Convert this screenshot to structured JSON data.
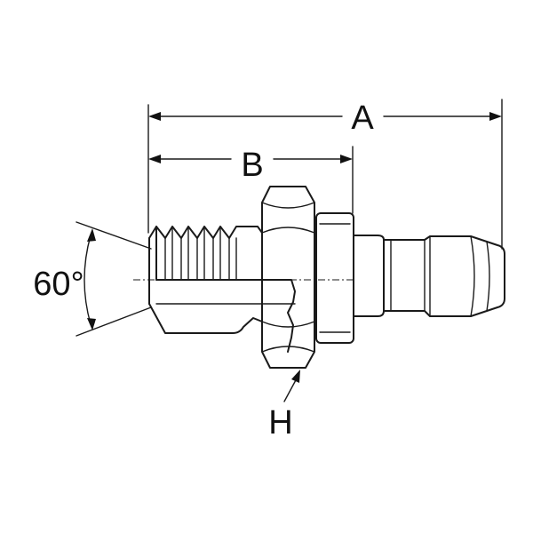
{
  "labels": {
    "dim_a": "A",
    "dim_b": "B",
    "angle": "60°",
    "hex": "H"
  },
  "colors": {
    "line": "#1a1a1a",
    "background": "#ffffff"
  }
}
